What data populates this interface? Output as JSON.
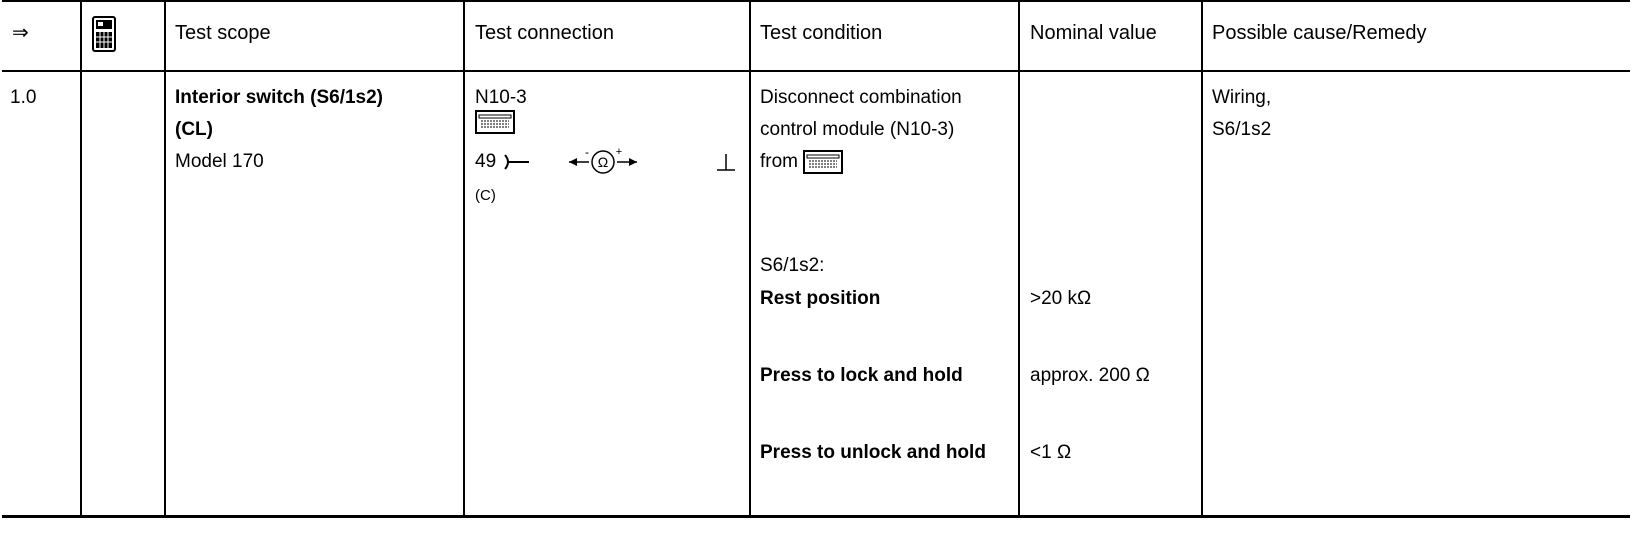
{
  "header": {
    "arrow_glyph": "⇒",
    "tester_icon": "tester-device-icon",
    "test_scope": "Test scope",
    "test_connection": "Test connection",
    "test_condition": "Test condition",
    "nominal_value": "Nominal value",
    "possible_cause": "Possible cause/Remedy"
  },
  "row": {
    "step": "1.0",
    "scope": {
      "title": "Interior  switch (S6/1s2)",
      "subtitle": "(CL)",
      "model": "Model 170"
    },
    "connection": {
      "module": "N10-3",
      "module_icon": "connector-block-icon",
      "pin": "49",
      "ohmmeter_icon": "ohmmeter-icon",
      "ground_icon": "ground-icon",
      "pin_note": "(C)"
    },
    "condition": {
      "line1": "Disconnect combination",
      "line2": "control module (N10-3)",
      "line3": "from",
      "component": "S6/1s2:",
      "rest": "Rest position",
      "lock": "Press to lock and hold",
      "unlock": "Press to unlock and hold"
    },
    "nominal": {
      "rest": ">20 kΩ",
      "lock": "approx. 200 Ω",
      "unlock": "<1 Ω"
    },
    "cause": {
      "line1": "Wiring,",
      "line2": "S6/1s2"
    }
  }
}
